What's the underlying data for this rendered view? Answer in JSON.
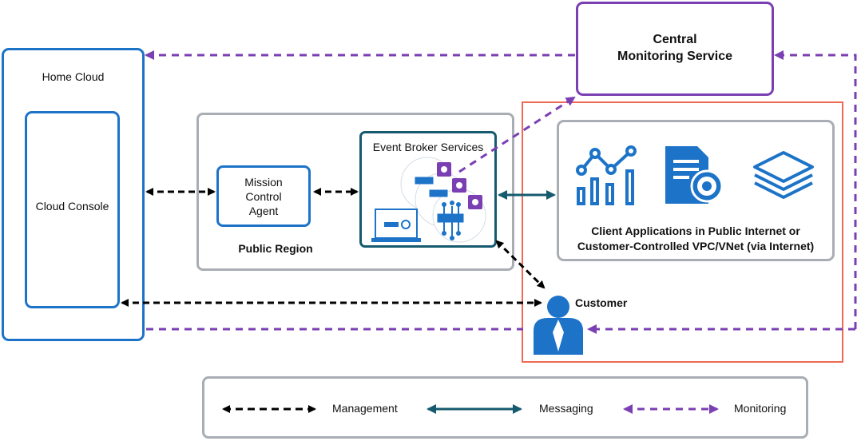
{
  "home_cloud": {
    "title": "Home Cloud"
  },
  "cloud_console": {
    "label": "Cloud Console"
  },
  "central_monitoring": {
    "line1": "Central",
    "line2": "Monitoring Service"
  },
  "public_region": {
    "label": "Public Region"
  },
  "mission_control_agent": {
    "line1": "Mission",
    "line2": "Control",
    "line3": "Agent"
  },
  "event_broker": {
    "title": "Event Broker Services"
  },
  "client_apps": {
    "line1": "Client Applications in Public Internet or",
    "line2": "Customer-Controlled VPC/VNet (via Internet)",
    "icons": [
      "analytics-chart-icon",
      "document-gear-icon",
      "layers-stack-icon"
    ]
  },
  "customer": {
    "label": "Customer"
  },
  "legend": {
    "management": "Management",
    "messaging": "Messaging",
    "monitoring": "Monitoring"
  },
  "colors": {
    "management": "#000000",
    "messaging": "#155a6e",
    "monitoring": "#7a3fb3",
    "blue": "#1c73c8",
    "customer_zone": "#ef6a55",
    "gray": "#a9aeb4"
  }
}
